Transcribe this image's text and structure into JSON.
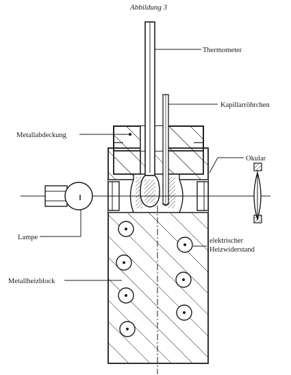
{
  "figure": {
    "caption": "Abbildung 3"
  },
  "labels": {
    "thermometer": "Thermometer",
    "capillary": "Kapillarröhrchen",
    "cover": "Metallabdeckung",
    "eyepiece": "Okular",
    "lamp": "Lampe",
    "heater_line1": "elektrischer",
    "heater_line2": "Heizwiderstand",
    "block": "Metallheizblock"
  },
  "colors": {
    "ink": "#1a1a1a",
    "paper": "#ffffff"
  }
}
